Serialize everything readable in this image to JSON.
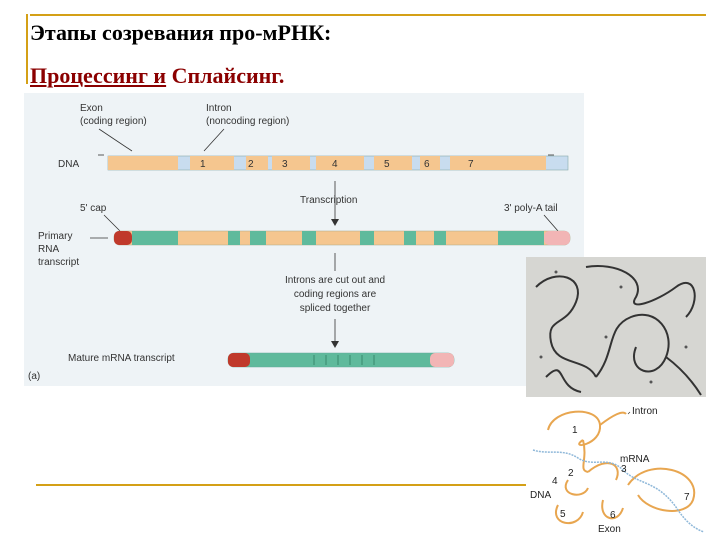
{
  "title_line1": "Этапы созревания про-мРНК:",
  "title_line2_part1": "Процессинг и",
  "title_line2_part2": " Сплайсинг.",
  "diagram": {
    "exon_label_1": "Exon",
    "exon_label_2": "(coding region)",
    "intron_label_1": "Intron",
    "intron_label_2": "(noncoding region)",
    "dna_label": "DNA",
    "segment_numbers": [
      "1",
      "2",
      "3",
      "4",
      "5",
      "6",
      "7"
    ],
    "transcription_label": "Transcription",
    "cap_label": "5' cap",
    "polya_label": "3' poly-A tail",
    "primary_label_1": "Primary",
    "primary_label_2": "RNA",
    "primary_label_3": "transcript",
    "splice_label_1": "Introns are cut out and",
    "splice_label_2": "coding regions are",
    "splice_label_3": "spliced together",
    "mature_label": "Mature mRNA transcript",
    "panel_label": "(a)"
  },
  "sketch": {
    "intron_label": "Intron",
    "mrna_label": "mRNA",
    "dna_label": "DNA",
    "exon_label": "Exon",
    "loop_numbers": [
      "1",
      "2",
      "3",
      "4",
      "5",
      "6",
      "7"
    ]
  },
  "colors": {
    "exon": "#f5c68f",
    "intron": "#c8dcef",
    "rna_exon": "#5fba9c",
    "cap": "#c0392b",
    "polya": "#f2b5b5",
    "title_red": "#8b0000",
    "accent_line": "#d4a017"
  }
}
